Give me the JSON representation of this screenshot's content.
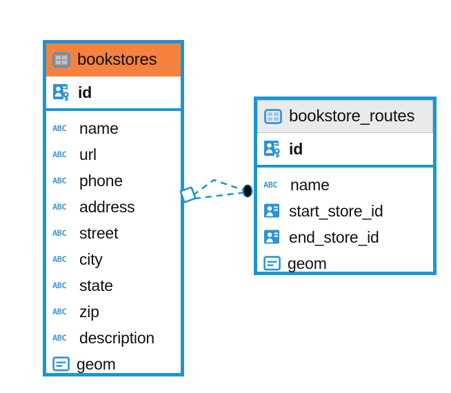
{
  "diagram": {
    "type": "entity-relationship-diagram",
    "background_color": "#ffffff",
    "accent_color": "#1b96d4",
    "selected_header_color": "#f5813f",
    "normal_header_color": "#eaeaea",
    "icon_color": "#3f9ad8"
  },
  "entities": [
    {
      "name": "bookstores",
      "selected": true,
      "header_icon": "table-icon",
      "primary_keys": [
        {
          "label": "id",
          "icon": "primary-key-icon"
        }
      ],
      "fields": [
        {
          "label": "name",
          "icon": "text-type-icon"
        },
        {
          "label": "url",
          "icon": "text-type-icon"
        },
        {
          "label": "phone",
          "icon": "text-type-icon"
        },
        {
          "label": "address",
          "icon": "text-type-icon"
        },
        {
          "label": "street",
          "icon": "text-type-icon"
        },
        {
          "label": "city",
          "icon": "text-type-icon"
        },
        {
          "label": "state",
          "icon": "text-type-icon"
        },
        {
          "label": "zip",
          "icon": "text-type-icon"
        },
        {
          "label": "description",
          "icon": "text-type-icon"
        },
        {
          "label": "geom",
          "icon": "geometry-type-icon"
        }
      ]
    },
    {
      "name": "bookstore_routes",
      "selected": false,
      "header_icon": "table-icon",
      "primary_keys": [
        {
          "label": "id",
          "icon": "primary-key-icon"
        }
      ],
      "fields": [
        {
          "label": "name",
          "icon": "text-type-icon"
        },
        {
          "label": "start_store_id",
          "icon": "foreign-key-icon"
        },
        {
          "label": "end_store_id",
          "icon": "foreign-key-icon"
        },
        {
          "label": "geom",
          "icon": "geometry-type-icon"
        }
      ]
    }
  ],
  "relationship": {
    "from_entity": "bookstores",
    "to_entity": "bookstore_routes",
    "line_style": "dashed",
    "line_color": "#1b96d4",
    "source_marker": "diamond",
    "target_marker": "filled-circle",
    "target_marker_color": "#0d0d14"
  },
  "icon_glyphs": {
    "text_type_label": "ABC"
  }
}
